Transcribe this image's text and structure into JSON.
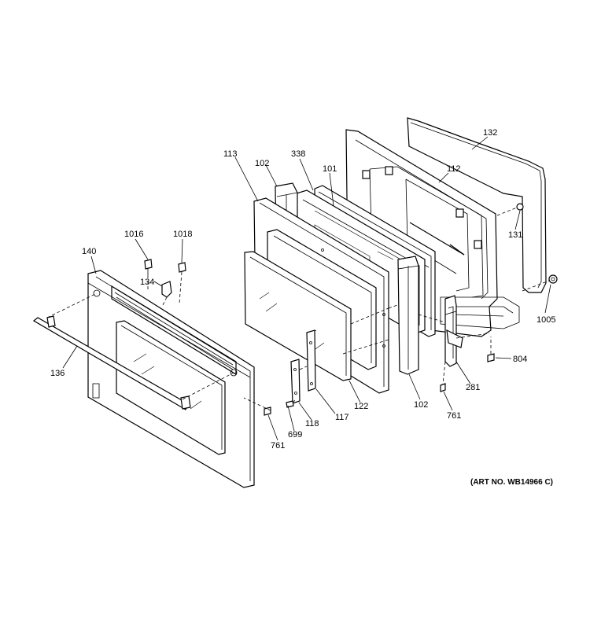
{
  "diagram": {
    "art_number": "(ART NO. WB14966 C)",
    "callouts": {
      "c132": "132",
      "c112": "112",
      "c131": "131",
      "c1005": "1005",
      "c804": "804",
      "c281": "281",
      "c761a": "761",
      "c102a": "102",
      "c338": "338",
      "c101": "101",
      "c113": "113",
      "c102b": "102",
      "c122": "122",
      "c117": "117",
      "c118": "118",
      "c699": "699",
      "c761b": "761",
      "c1016": "1016",
      "c1018": "1018",
      "c140": "140",
      "c134": "134",
      "c136": "136"
    }
  }
}
